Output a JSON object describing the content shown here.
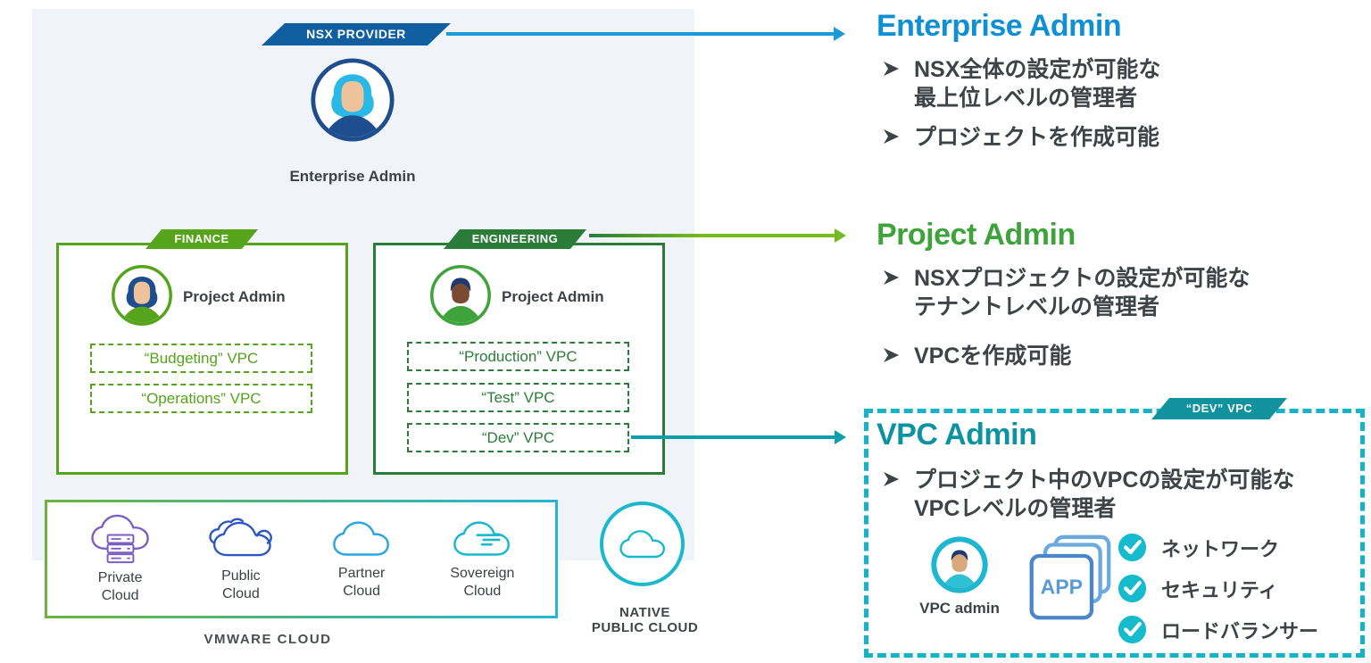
{
  "colors": {
    "enterprise_blue": "#0f90d4",
    "project_green": "#3fa33c",
    "vpc_teal": "#0c93a1",
    "banner_blue": "#0f5fa0",
    "finance_green": "#55a41c",
    "engineering_green": "#2c7c39",
    "dashed_teal": "#15b2c8"
  },
  "diagram": {
    "provider_banner": "NSX PROVIDER",
    "enterprise_admin_label": "Enterprise Admin",
    "finance": {
      "banner": "FINANCE",
      "admin_label": "Project Admin",
      "vpcs": [
        "“Budgeting” VPC",
        "“Operations” VPC"
      ]
    },
    "engineering": {
      "banner": "ENGINEERING",
      "admin_label": "Project Admin",
      "vpcs": [
        "“Production” VPC",
        "“Test” VPC",
        "“Dev” VPC"
      ]
    },
    "vmware_cloud": {
      "caption": "VMWARE CLOUD",
      "clouds": [
        {
          "label": "Private\nCloud"
        },
        {
          "label": "Public\nCloud"
        },
        {
          "label": "Partner\nCloud"
        },
        {
          "label": "Sovereign\nCloud"
        }
      ]
    },
    "native_public_cloud_label": "NATIVE\nPUBLIC CLOUD"
  },
  "roles": {
    "enterprise": {
      "title": "Enterprise Admin",
      "bullets": [
        "NSX全体の設定が可能な\n最上位レベルの管理者",
        "プロジェクトを作成可能"
      ]
    },
    "project": {
      "title": "Project Admin",
      "bullets": [
        "NSXプロジェクトの設定が可能な\nテナントレベルの管理者",
        "VPCを作成可能"
      ]
    },
    "vpc": {
      "banner": "“DEV” VPC",
      "title": "VPC Admin",
      "bullets": [
        "プロジェクト中のVPCの設定が可能な\nVPCレベルの管理者"
      ],
      "avatar_label": "VPC admin",
      "app_label": "APP",
      "capabilities": [
        "ネットワーク",
        "セキュリティ",
        "ロードバランサー"
      ]
    }
  }
}
